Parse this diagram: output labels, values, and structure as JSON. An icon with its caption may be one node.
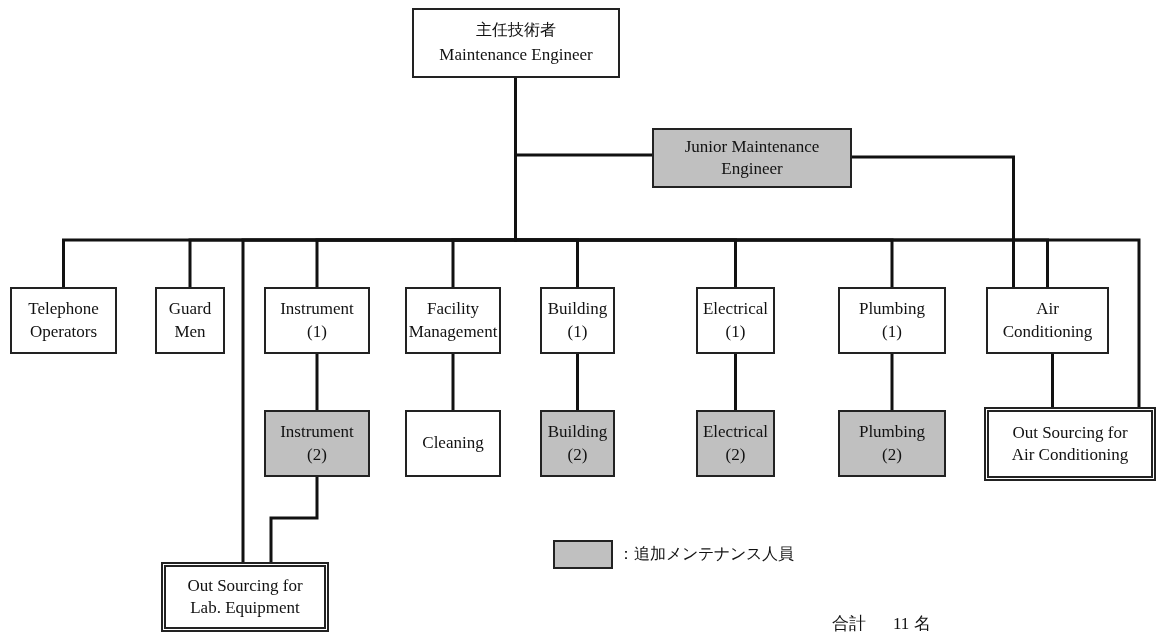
{
  "diagram": {
    "nodes": [
      {
        "text": [
          "主任技術者",
          "Maintenance Engineer"
        ]
      },
      {
        "text": [
          "Junior Maintenance Engineer"
        ]
      },
      {
        "text": [
          "Telephone Operators"
        ]
      },
      {
        "text": [
          "Guard Men"
        ]
      },
      {
        "text": [
          "Instrument (1)"
        ]
      },
      {
        "text": [
          "Facility Management"
        ]
      },
      {
        "text": [
          "Building (1)"
        ]
      },
      {
        "text": [
          "Electrical (1)"
        ]
      },
      {
        "text": [
          "Plumbing (1)"
        ]
      },
      {
        "text": [
          "Air Conditioning"
        ]
      },
      {
        "text": [
          "Instrument (2)"
        ]
      },
      {
        "text": [
          "Cleaning"
        ]
      },
      {
        "text": [
          "Building (2)"
        ]
      },
      {
        "text": [
          "Electrical (2)"
        ]
      },
      {
        "text": [
          "Plumbing (2)"
        ]
      },
      {
        "text": [
          "Out Sourcing for Air Conditioning"
        ]
      },
      {
        "text": [
          "Out Sourcing for Lab. Equipment"
        ]
      }
    ],
    "edges": [
      {
        "from": 0,
        "to": 1,
        "arrow": "none"
      },
      {
        "from": 0,
        "to": 2,
        "arrow": "none"
      },
      {
        "from": 0,
        "to": 3,
        "arrow": "none"
      },
      {
        "from": 0,
        "to": 16,
        "arrow": "none"
      },
      {
        "from": 0,
        "to": 4,
        "arrow": "none"
      },
      {
        "from": 0,
        "to": 5,
        "arrow": "none"
      },
      {
        "from": 0,
        "to": 6,
        "arrow": "none"
      },
      {
        "from": 0,
        "to": 7,
        "arrow": "none"
      },
      {
        "from": 0,
        "to": 8,
        "arrow": "none"
      },
      {
        "from": 0,
        "to": 9,
        "arrow": "none"
      },
      {
        "from": 0,
        "to": 15,
        "arrow": "none"
      },
      {
        "from": 1,
        "to": 9,
        "arrow": "none"
      },
      {
        "from": 4,
        "to": 10,
        "arrow": "none"
      },
      {
        "from": 5,
        "to": 11,
        "arrow": "none"
      },
      {
        "from": 6,
        "to": 12,
        "arrow": "none"
      },
      {
        "from": 7,
        "to": 13,
        "arrow": "none"
      },
      {
        "from": 8,
        "to": 14,
        "arrow": "none"
      },
      {
        "from": 9,
        "to": 15,
        "arrow": "none"
      },
      {
        "from": 10,
        "to": 16,
        "arrow": "none"
      }
    ],
    "labels": [
      "合計",
      "11 名"
    ],
    "legend": [
      {
        "text": "：追加メンテナンス人員",
        "color": "#c0c0c0"
      }
    ]
  }
}
